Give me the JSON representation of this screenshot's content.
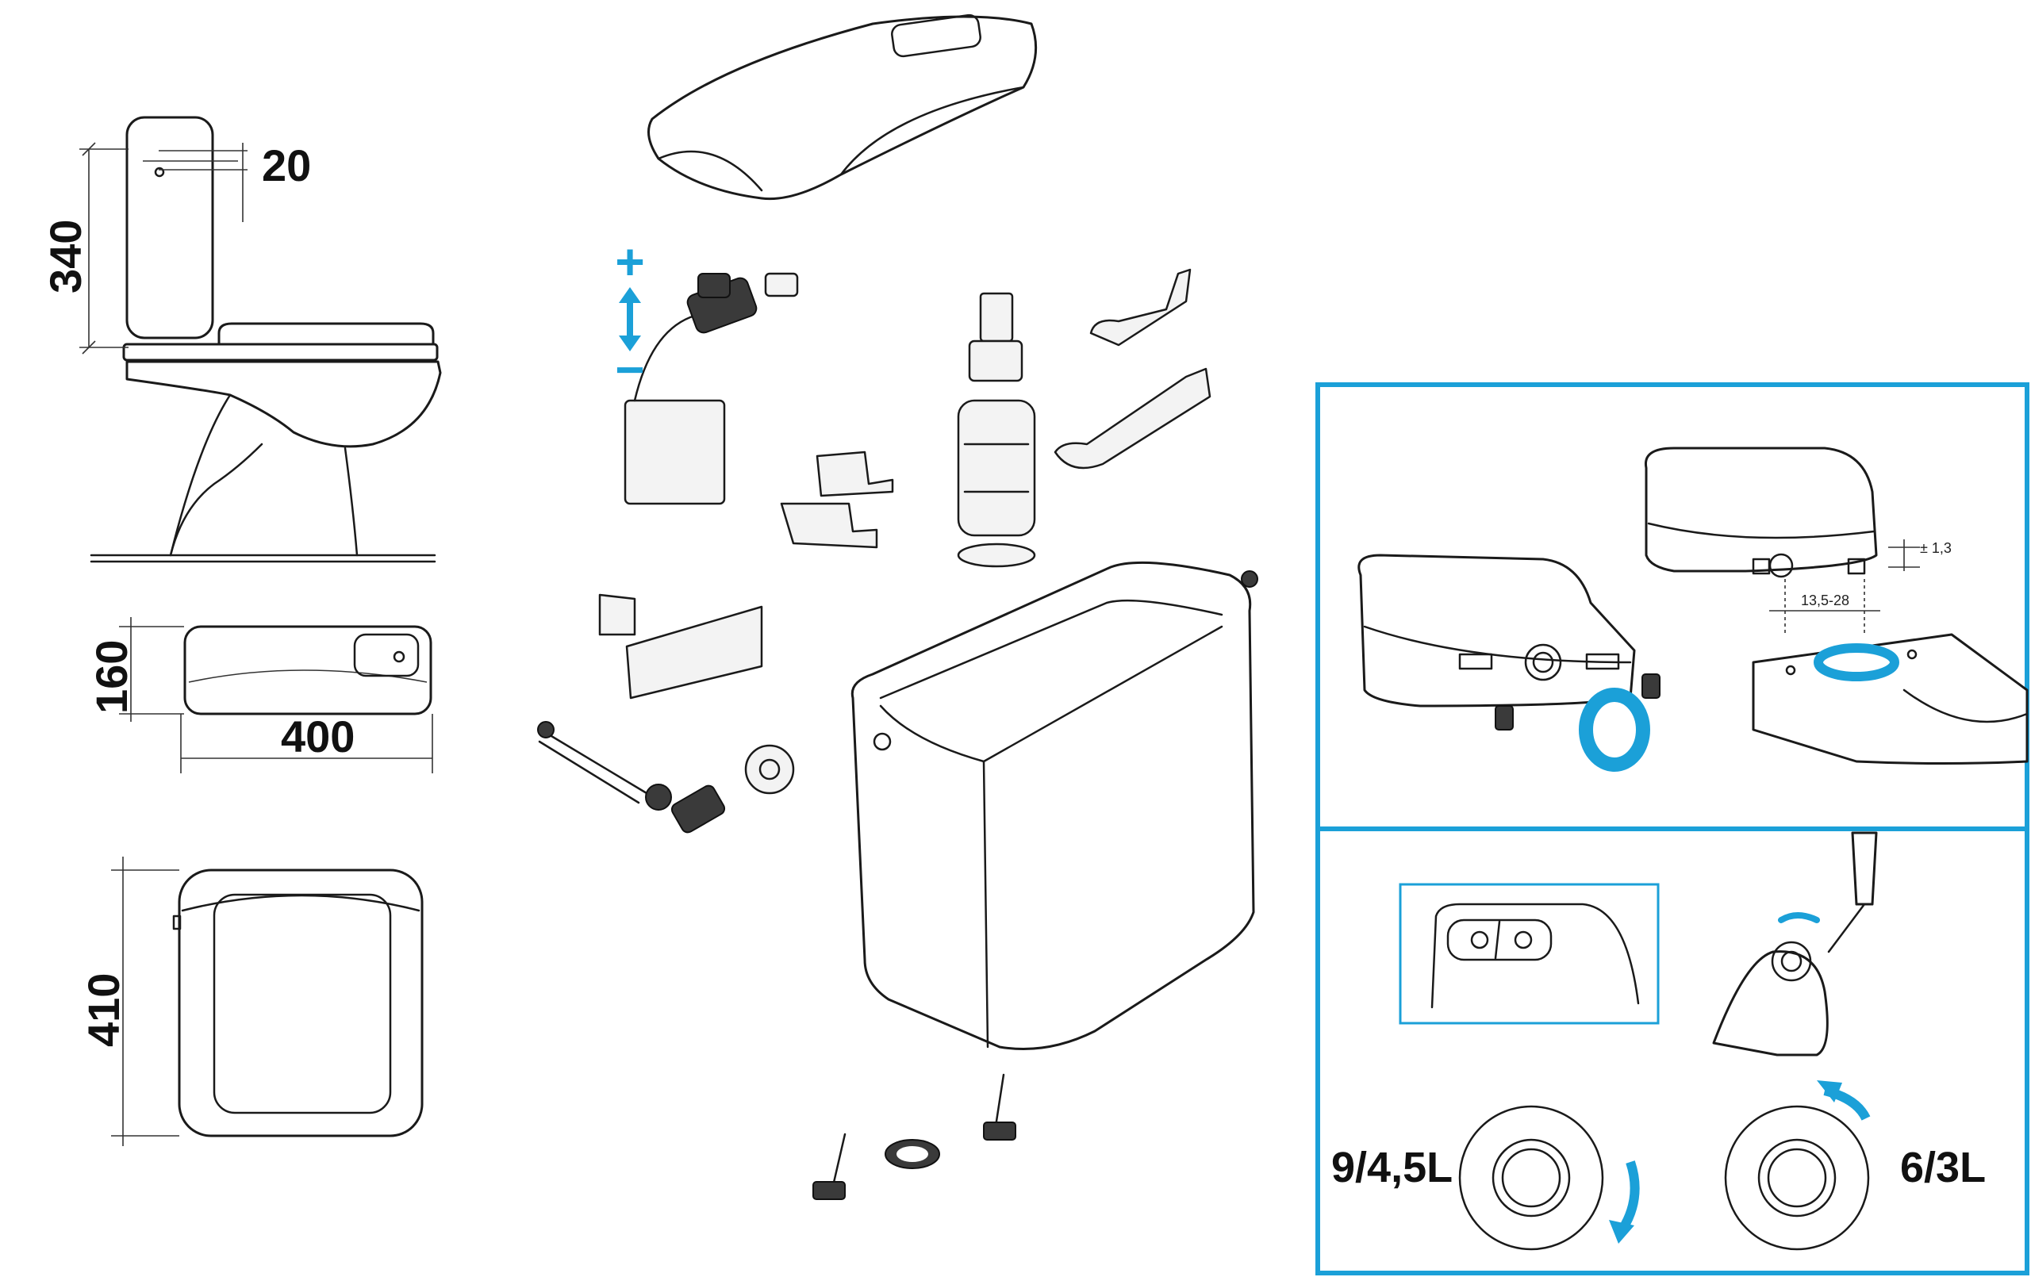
{
  "dimensions": {
    "offset": "20",
    "tank_height": "340",
    "depth": "160",
    "width": "400",
    "height": "410"
  },
  "adjustment": {
    "plus": "+",
    "minus": "−"
  },
  "installation": {
    "height_tolerance": "± 1,3",
    "spacing_range": "13,5-28"
  },
  "flush_volumes": {
    "full_half": "9/4,5L",
    "reduced": "6/3L"
  },
  "colors": {
    "accent": "#1ba0d8",
    "line": "#1a1a1a"
  }
}
